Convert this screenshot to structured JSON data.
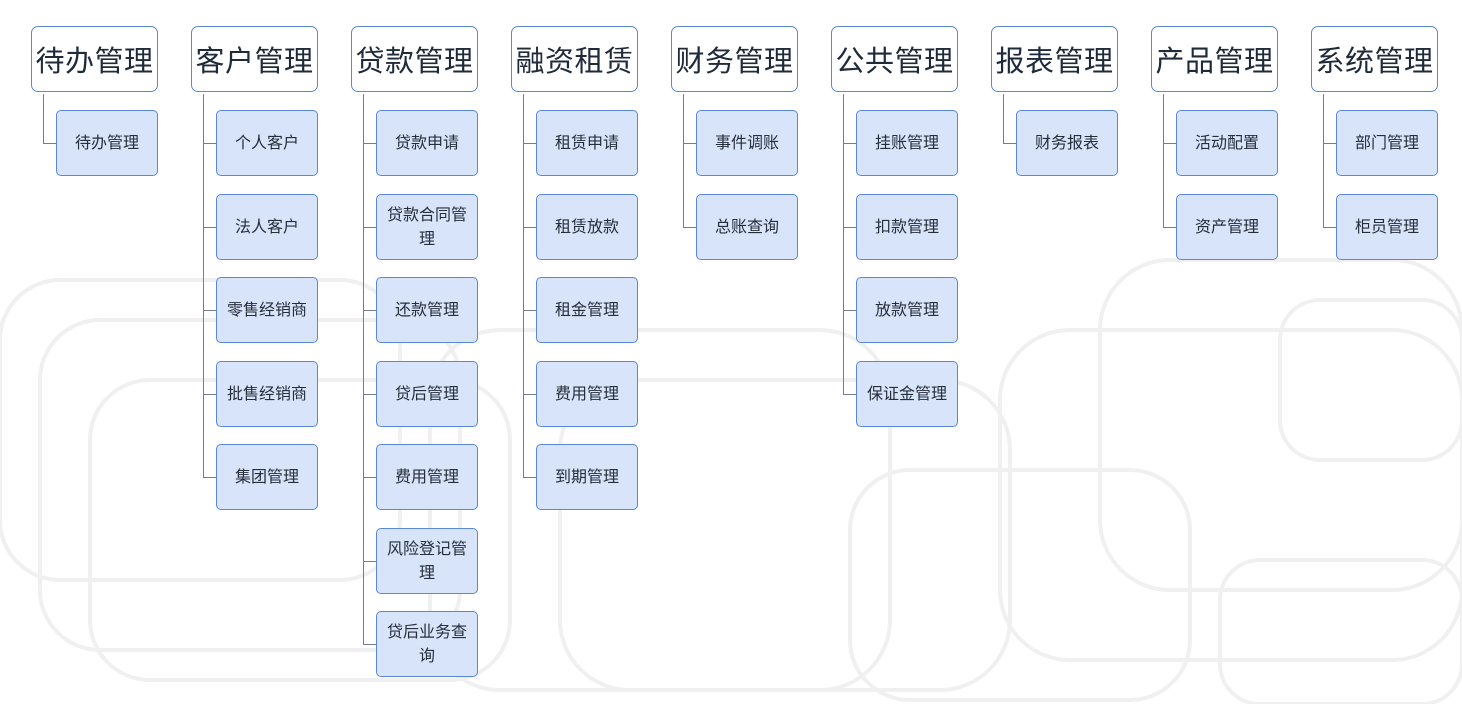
{
  "columns": [
    {
      "title": "待办管理",
      "items": [
        "待办管理"
      ]
    },
    {
      "title": "客户管理",
      "items": [
        "个人客户",
        "法人客户",
        "零售经销商",
        "批售经销商",
        "集团管理"
      ]
    },
    {
      "title": "贷款管理",
      "items": [
        "贷款申请",
        "贷款合同管理",
        "还款管理",
        "贷后管理",
        "费用管理",
        "风险登记管理",
        "贷后业务查询"
      ]
    },
    {
      "title": "融资租赁",
      "items": [
        "租赁申请",
        "租赁放款",
        "租金管理",
        "费用管理",
        "到期管理"
      ]
    },
    {
      "title": "财务管理",
      "items": [
        "事件调账",
        "总账查询"
      ]
    },
    {
      "title": "公共管理",
      "items": [
        "挂账管理",
        "扣款管理",
        "放款管理",
        "保证金管理"
      ]
    },
    {
      "title": "报表管理",
      "items": [
        "财务报表"
      ]
    },
    {
      "title": "产品管理",
      "items": [
        "活动配置",
        "资产管理"
      ]
    },
    {
      "title": "系统管理",
      "items": [
        "部门管理",
        "柜员管理"
      ]
    }
  ]
}
